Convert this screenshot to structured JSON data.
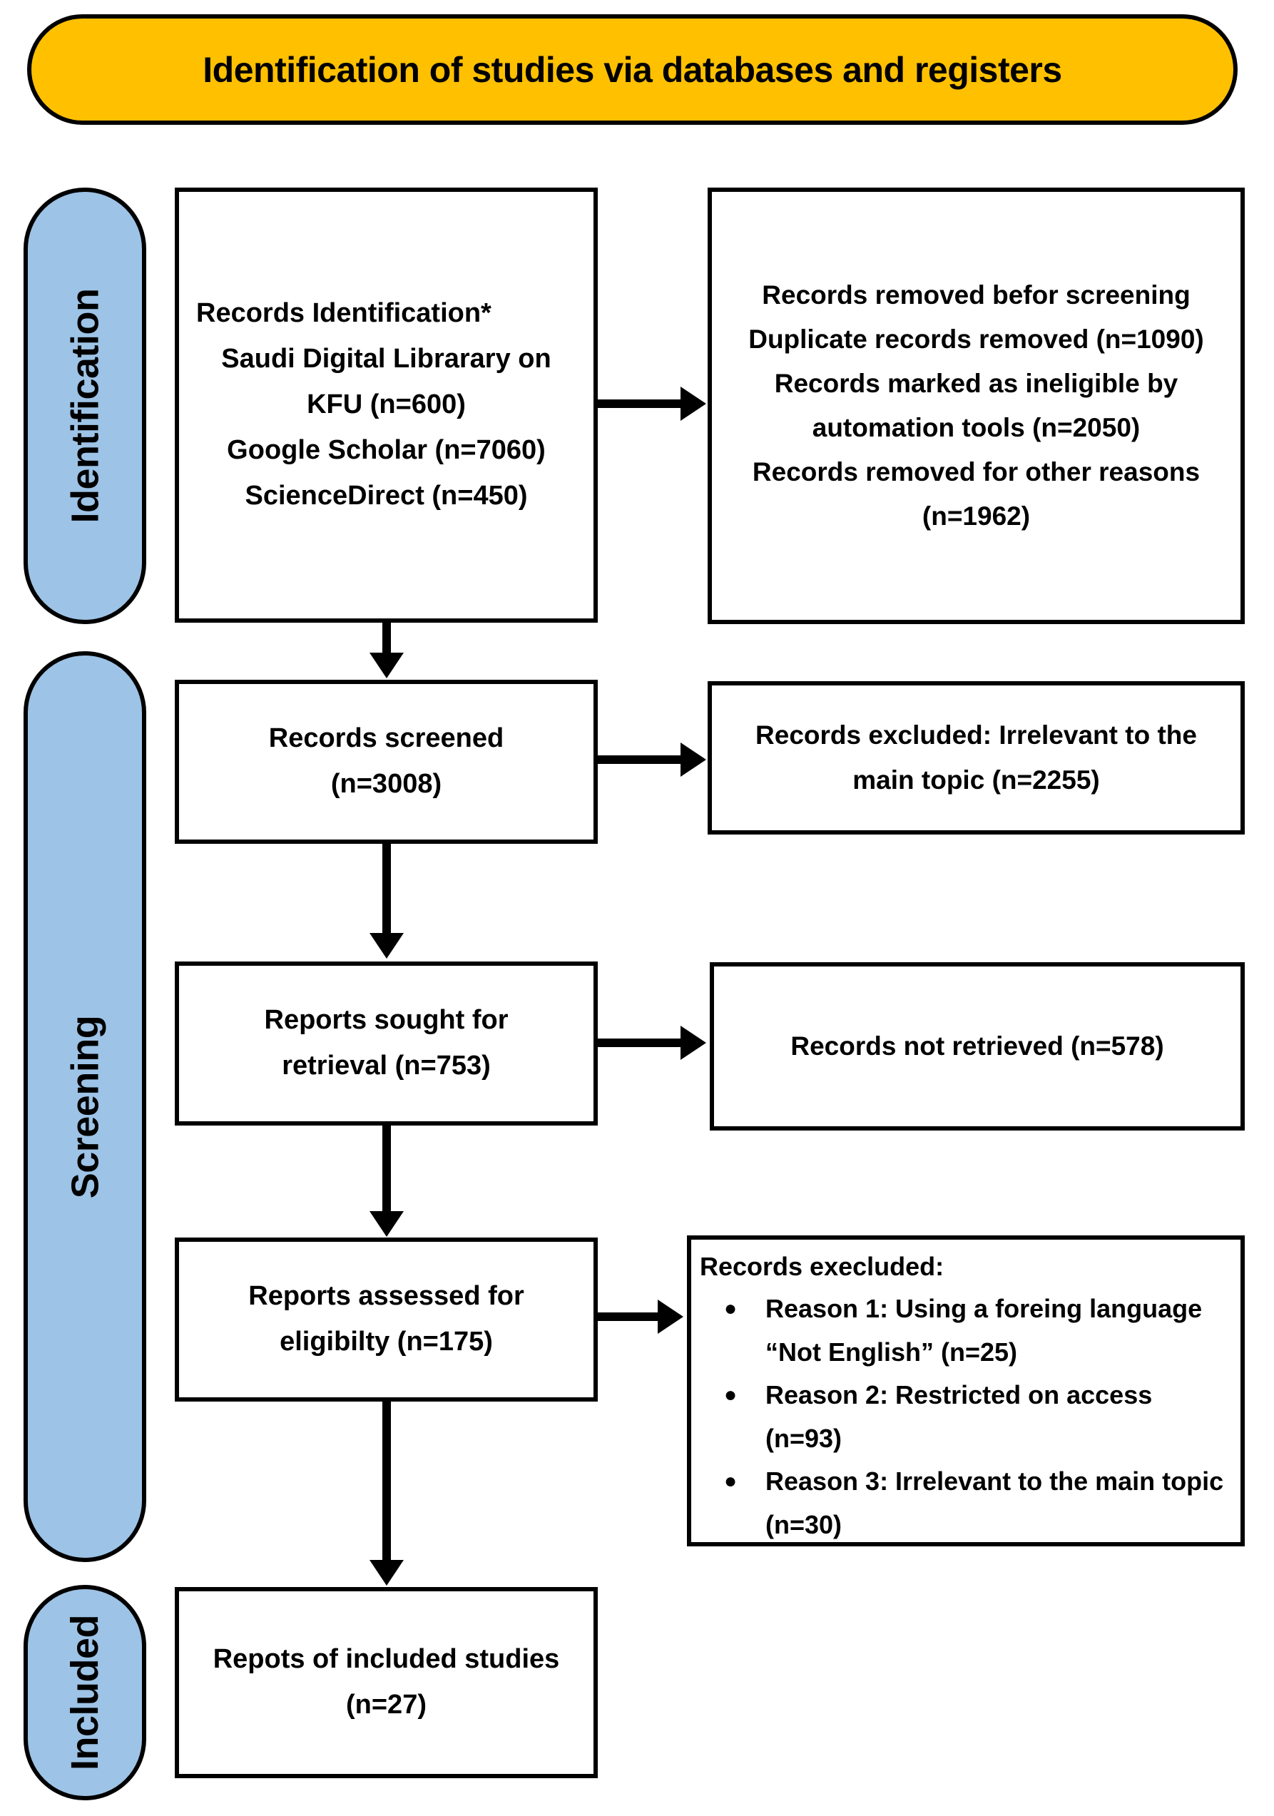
{
  "title": "Identification of studies via databases and registers",
  "colors": {
    "banner_fill": "#FFC000",
    "stage_fill": "#9DC3E6",
    "border": "#000000",
    "background": "#FFFFFF"
  },
  "stages": {
    "identification": "Identification",
    "screening": "Screening",
    "included": "Included"
  },
  "boxes": {
    "records_identification": {
      "lines": [
        "Records Identification*",
        "Saudi Digital Librarary on",
        "KFU (n=600)",
        "Google Scholar (n=7060)",
        "ScienceDirect (n=450)"
      ]
    },
    "records_removed_before_screening": {
      "lines": [
        "Records removed befor screening",
        "Duplicate records removed (n=1090)",
        "Records marked as ineligible by",
        "automation tools (n=2050)",
        "Records removed for other reasons",
        "(n=1962)"
      ]
    },
    "records_screened": {
      "lines": [
        "Records screened",
        "(n=3008)"
      ]
    },
    "records_excluded": {
      "lines": [
        "Records excluded: Irrelevant to the",
        "main topic (n=2255)"
      ]
    },
    "reports_sought": {
      "lines": [
        "Reports sought for",
        "retrieval (n=753)"
      ]
    },
    "records_not_retrieved": {
      "lines": [
        "Records not retrieved (n=578)"
      ]
    },
    "reports_assessed": {
      "lines": [
        "Reports assessed for",
        "eligibilty (n=175)"
      ]
    },
    "records_execluded_reasons": {
      "header": "Records execluded:",
      "bullets": [
        "Reason 1: Using a foreing language “Not English” (n=25)",
        "Reason 2: Restricted on access (n=93)",
        "Reason 3: Irrelevant to the main topic (n=30)"
      ]
    },
    "reports_included": {
      "lines": [
        "Repots of included studies",
        "(n=27)"
      ]
    }
  }
}
